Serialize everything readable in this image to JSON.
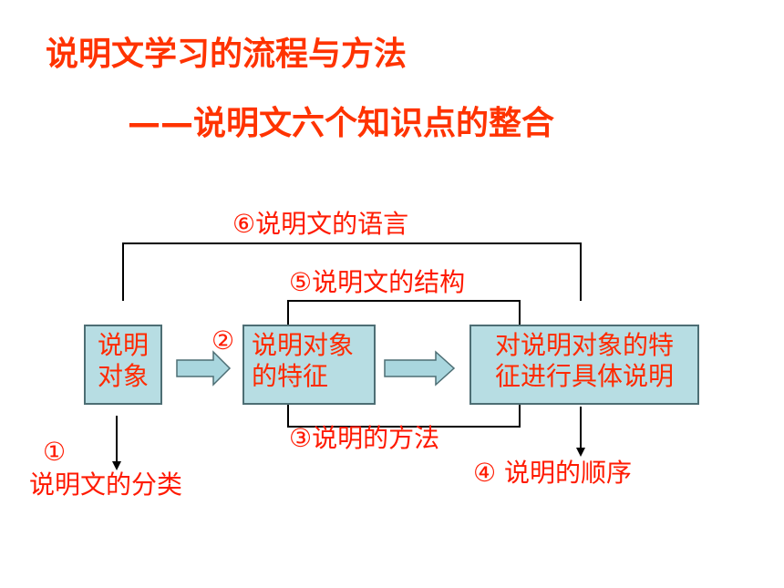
{
  "title": {
    "main": "说明文学习的流程与方法",
    "subtitle": "——说明文六个知识点的整合"
  },
  "boxes": {
    "object": [
      "说明",
      "对象"
    ],
    "features": [
      "说明对象",
      "的特征"
    ],
    "explain": [
      "对说明对象的特",
      "征进行具体说明"
    ]
  },
  "labels": {
    "language": "⑥说明文的语言",
    "structure": "⑤说明文的结构",
    "methods": "③说明的方法",
    "order": "④ 说明的顺序",
    "num1": "①",
    "classification": "说明文的分类",
    "num2": "②"
  },
  "colors": {
    "text_red": "#ff2a00",
    "box_fill": "#b7dde3",
    "box_border": "#4d6e74",
    "arrow_fill": "#a9d6de"
  }
}
